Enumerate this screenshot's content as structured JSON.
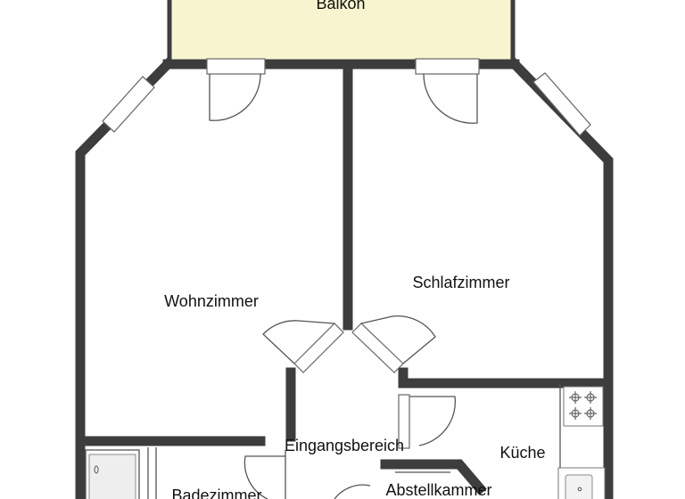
{
  "rooms": {
    "balcony": "Balkon",
    "living_room": "Wohnzimmer",
    "bedroom": "Schlafzimmer",
    "entrance": "Eingangsbereich",
    "kitchen": "Küche",
    "bathroom": "Badezimmer",
    "storage": "Abstellkammer"
  },
  "colors": {
    "wall": "#3d3d3d",
    "balcony_fill": "#f8f4cf"
  }
}
